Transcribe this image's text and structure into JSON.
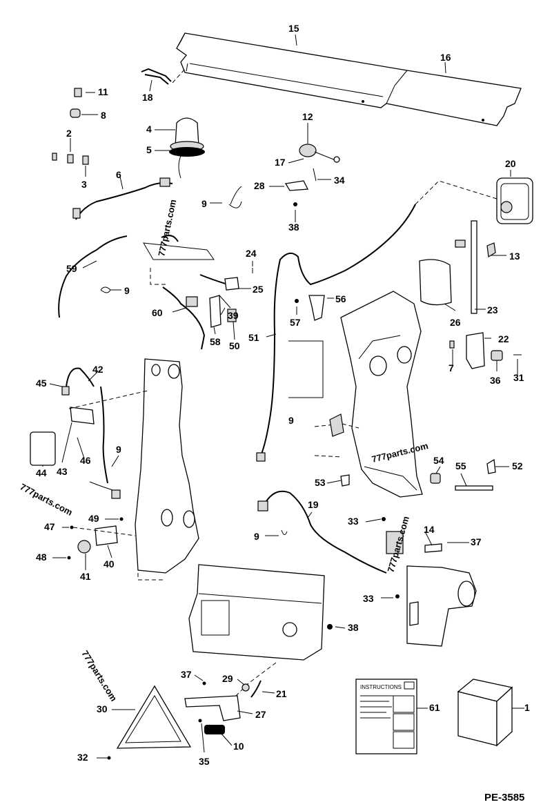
{
  "reference_code": "PE-3585",
  "instructions_label": "INSTRUCTIONS",
  "watermarks": [
    "777parts.com",
    "777parts.com",
    "777parts.com",
    "777parts.com",
    "777parts.com"
  ],
  "callouts": [
    "15",
    "16",
    "18",
    "11",
    "8",
    "2",
    "3",
    "4",
    "5",
    "6",
    "12",
    "17",
    "34",
    "28",
    "9",
    "38",
    "20",
    "13",
    "23",
    "24",
    "25",
    "59",
    "9",
    "60",
    "39",
    "58",
    "50",
    "56",
    "57",
    "51",
    "26",
    "22",
    "7",
    "36",
    "31",
    "45",
    "42",
    "44",
    "43",
    "46",
    "9",
    "9",
    "54",
    "55",
    "52",
    "53",
    "19",
    "33",
    "14",
    "37",
    "49",
    "47",
    "48",
    "41",
    "40",
    "9",
    "33",
    "38",
    "37",
    "29",
    "21",
    "30",
    "27",
    "10",
    "32",
    "35",
    "61",
    "1"
  ]
}
